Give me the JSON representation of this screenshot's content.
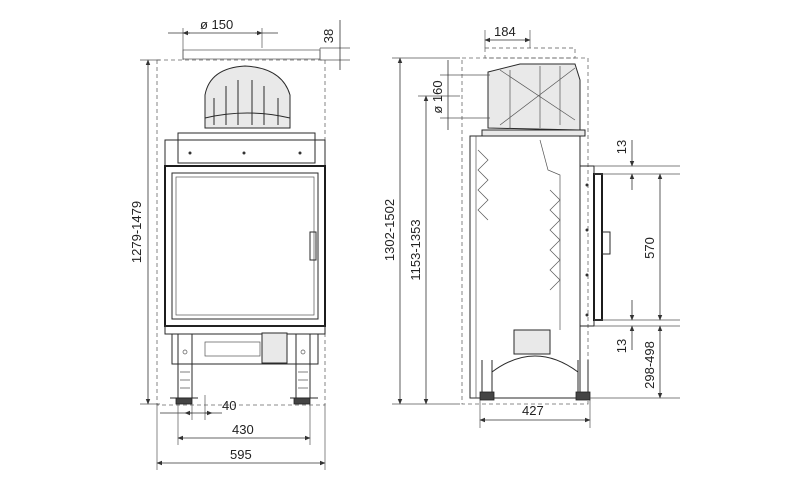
{
  "front_view": {
    "flue_diameter": "ø 150",
    "top_offset": "38",
    "height_range": "1279-1479",
    "leg_spacing": "40",
    "base_width": "430",
    "total_width": "595"
  },
  "side_view": {
    "flue_offset": "184",
    "flue_diameter": "ø 160",
    "total_height": "1302-1502",
    "flue_height": "1153-1353",
    "top_gap": "13",
    "door_height": "570",
    "bottom_gap": "13",
    "base_height": "298-498",
    "depth": "427"
  }
}
